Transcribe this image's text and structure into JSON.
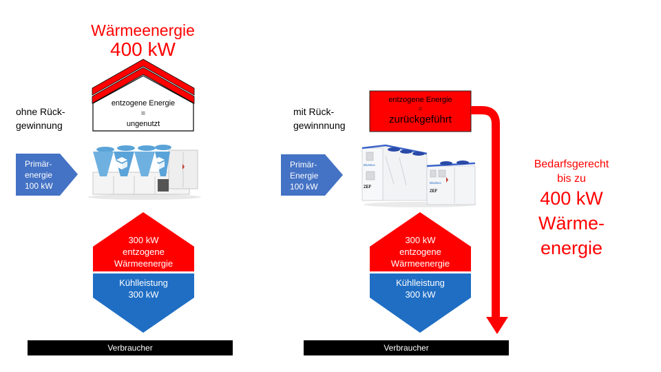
{
  "left_panel": {
    "heading_line1": "Wärmeenergie",
    "heading_line2": "400 kW",
    "mode_label_line1": "ohne Rück-",
    "mode_label_line2": "gewinnung",
    "house": {
      "line1": "entzogene Energie",
      "line2": "=",
      "line3": "ungenutzt"
    },
    "primary_energy": {
      "line1": "Primär-",
      "line2": "energie",
      "line3": "100 kW"
    },
    "hexagon": {
      "top_line1": "300 kW",
      "top_line2": "entzogene",
      "top_line3": "Wärmeenergie",
      "bottom_line1": "Kühlleistung",
      "bottom_line2": "300 kW"
    },
    "consumer_label": "Verbraucher"
  },
  "right_panel": {
    "mode_label_line1": "mit Rück-",
    "mode_label_line2": "gewinnnung",
    "recovered_box": {
      "line1": "entzogene Energie",
      "line2": "=",
      "line3": "zurückgeführt"
    },
    "primary_energy": {
      "line1": "Primär-",
      "line2": "Energie",
      "line3": "100 kW"
    },
    "chiller_brand": "BlueBox",
    "chiller_model": "ZEF",
    "hexagon": {
      "top_line1": "300 kW",
      "top_line2": "entzogene",
      "top_line3": "Wärmeenergie",
      "bottom_line1": "Kühlleistung",
      "bottom_line2": "300 kW"
    },
    "side_note": {
      "line1": "Bedarfsgerecht",
      "line2": "bis zu",
      "line3": "400 kW",
      "line4": "Wärme-",
      "line5": "energie"
    },
    "consumer_label": "Verbraucher"
  },
  "colors": {
    "heat_red": "#ff0000",
    "cooling_blue": "#1f6ec4",
    "primary_blue": "#4472c4",
    "consumer_black": "#000000"
  }
}
